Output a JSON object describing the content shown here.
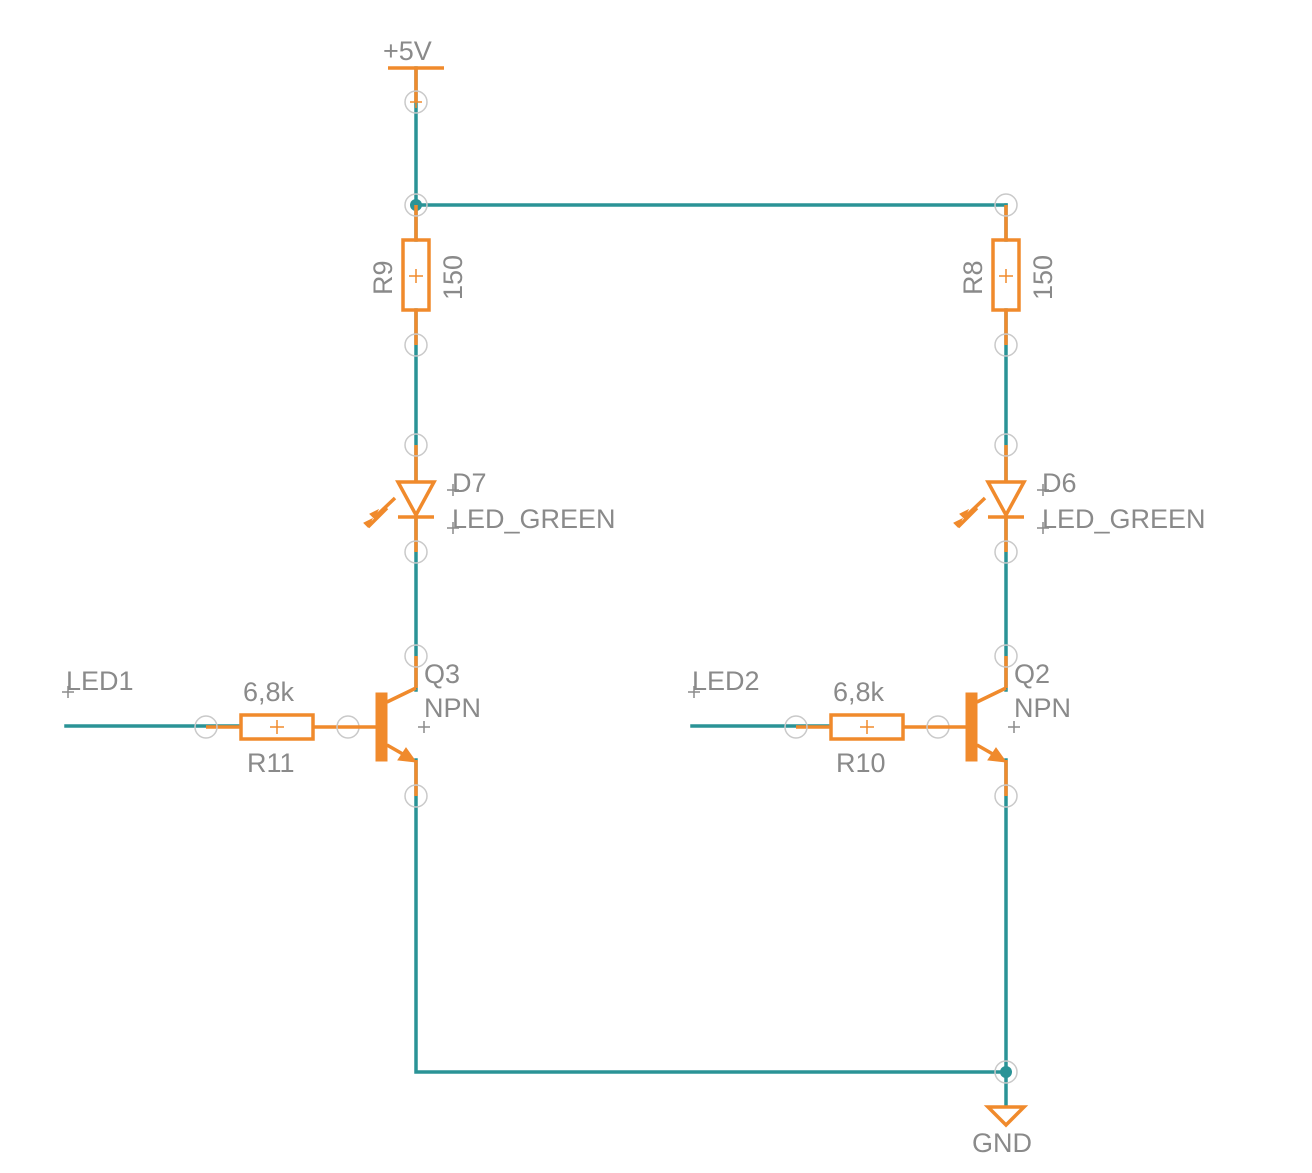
{
  "power": {
    "vcc_label": "+5V",
    "gnd_label": "GND"
  },
  "left_channel": {
    "net_label": "LED1",
    "base_resistor": {
      "name": "R11",
      "value": "6,8k"
    },
    "led_resistor": {
      "name": "R9",
      "value": "150"
    },
    "led": {
      "name": "D7",
      "value": "LED_GREEN"
    },
    "transistor": {
      "name": "Q3",
      "value": "NPN"
    }
  },
  "right_channel": {
    "net_label": "LED2",
    "base_resistor": {
      "name": "R10",
      "value": "6,8k"
    },
    "led_resistor": {
      "name": "R8",
      "value": "150"
    },
    "led": {
      "name": "D6",
      "value": "LED_GREEN"
    },
    "transistor": {
      "name": "Q2",
      "value": "NPN"
    }
  },
  "colors": {
    "wire": "#2a9396",
    "component": "#f08a2c",
    "label": "#8a8a8a"
  }
}
